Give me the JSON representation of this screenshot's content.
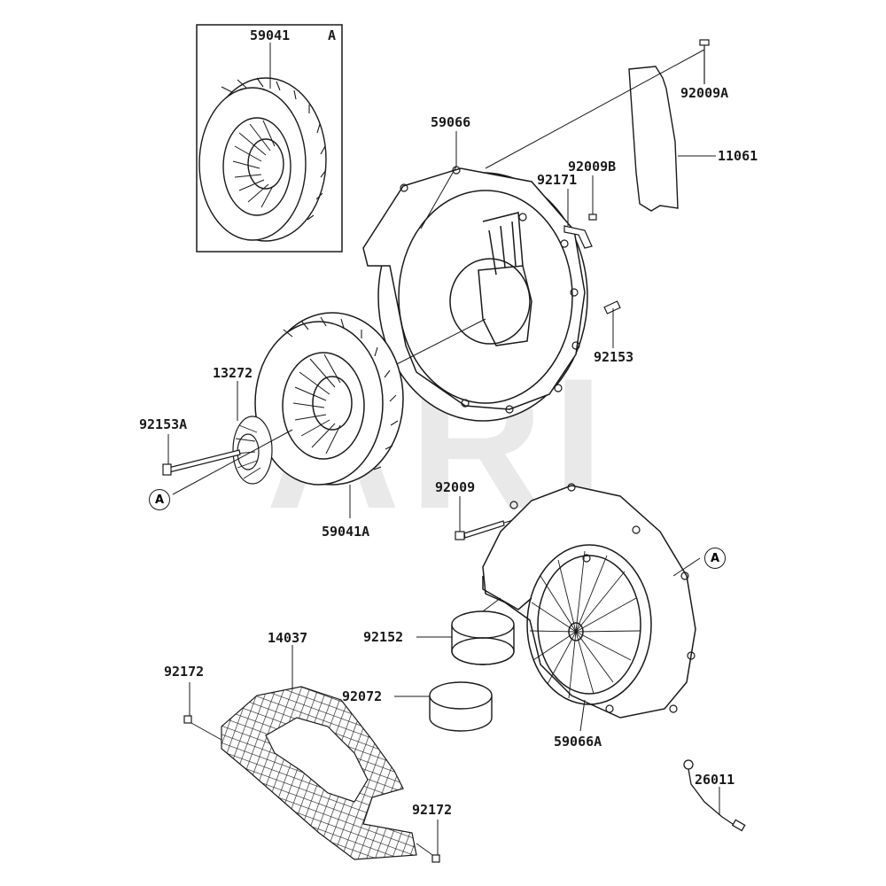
{
  "diagram": {
    "watermark": "ARI",
    "inset_box": {
      "part_number": "59041",
      "ref_letter": "A"
    },
    "part_labels": {
      "p59041": "59041",
      "p92009A": "92009A",
      "p59066": "59066",
      "p11061": "11061",
      "p92009B": "92009B",
      "p92171": "92171",
      "p92153": "92153",
      "p13272": "13272",
      "p92153A": "92153A",
      "p59041A": "59041A",
      "p92009": "92009",
      "p92152": "92152",
      "p14037": "14037",
      "p92172_top": "92172",
      "p92072": "92072",
      "p59066A": "59066A",
      "p26011": "26011",
      "p92172_bottom": "92172"
    },
    "callouts": {
      "left": "A",
      "right": "A"
    }
  }
}
